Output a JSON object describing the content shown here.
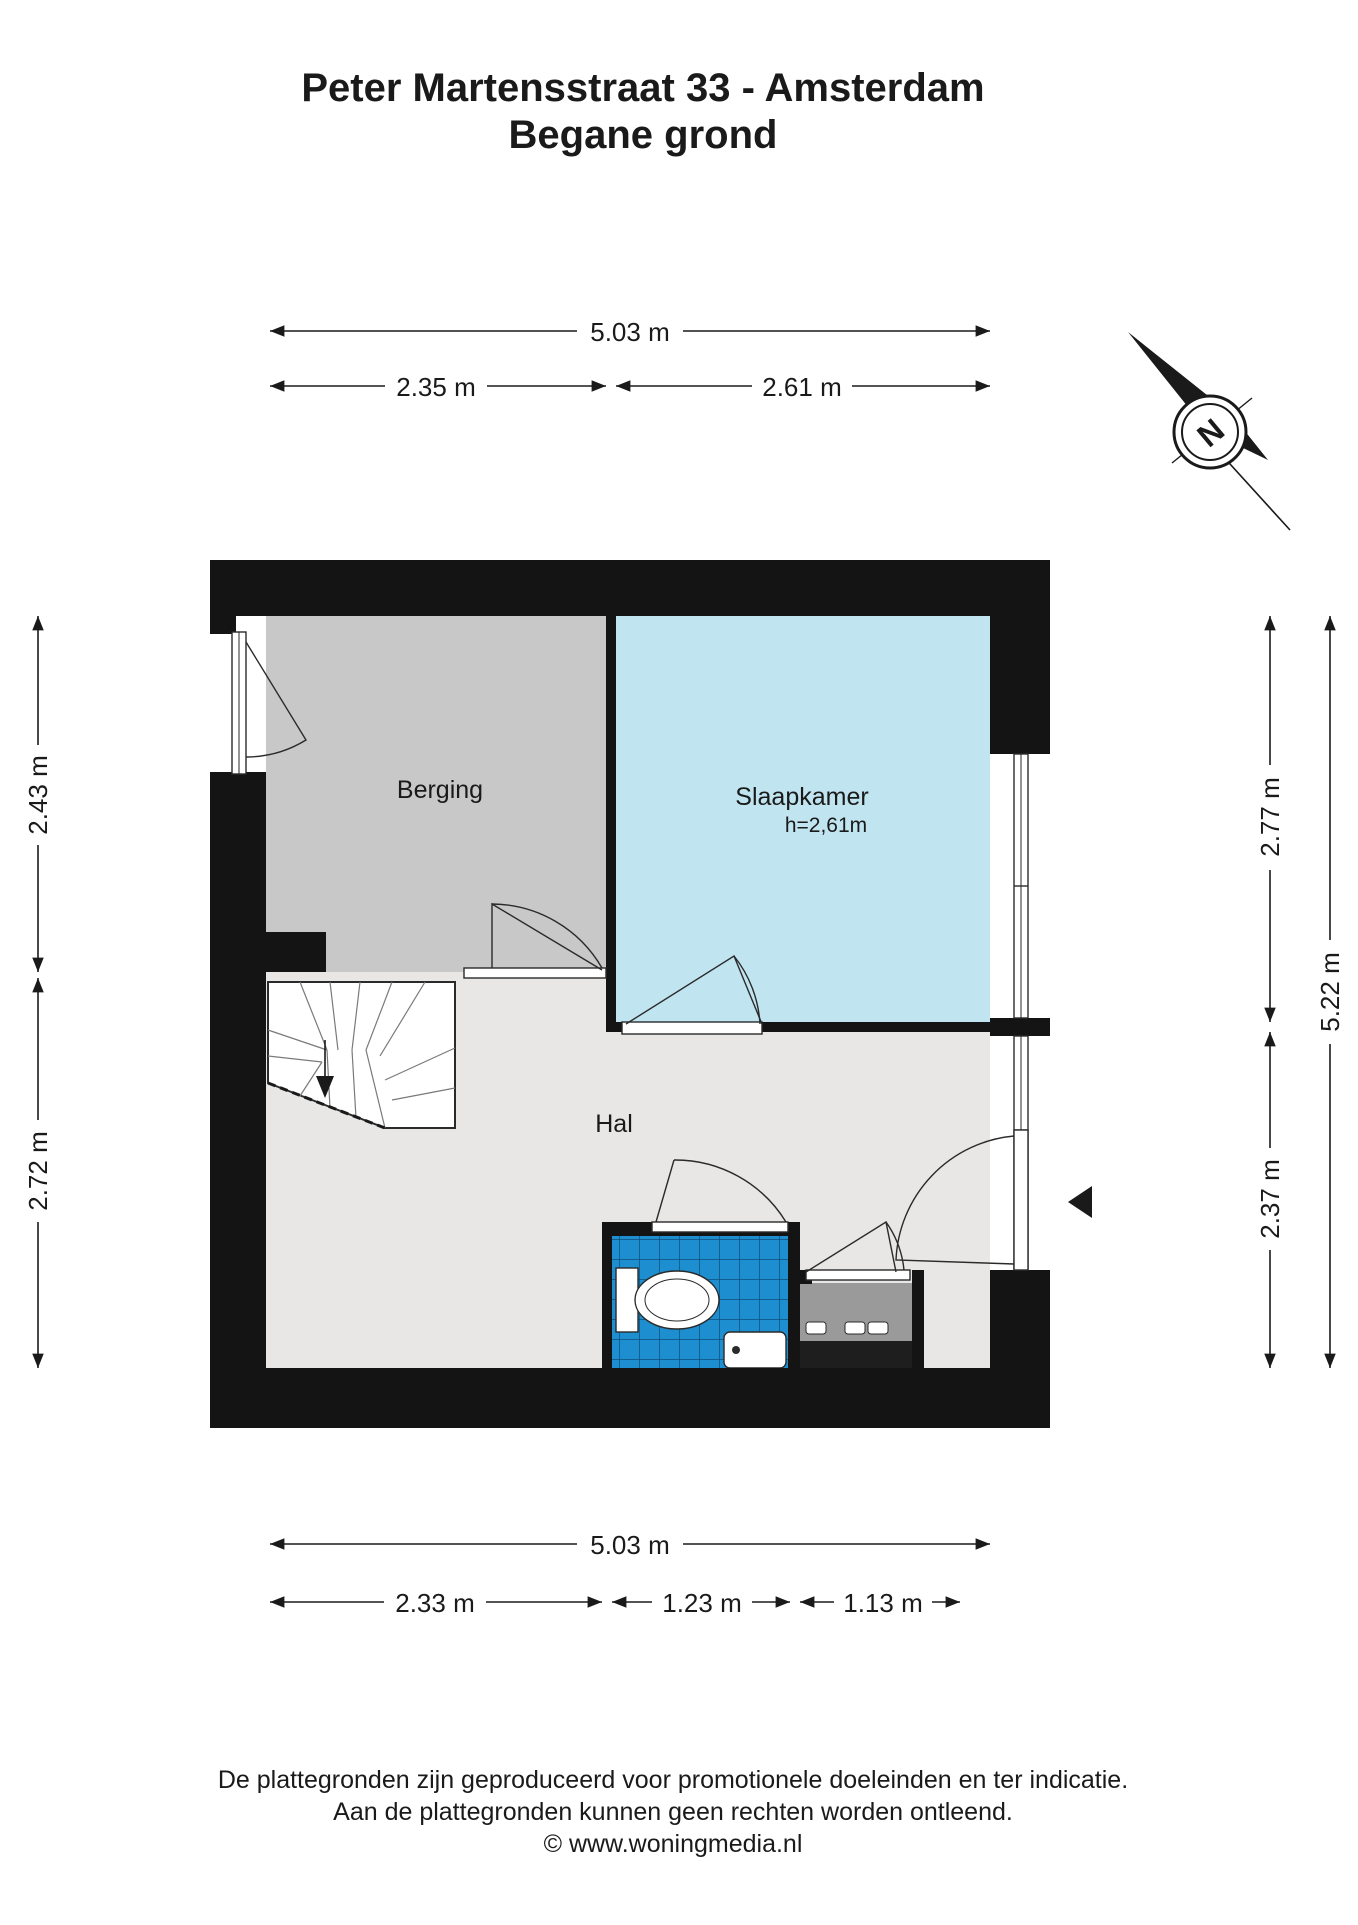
{
  "header": {
    "address": "Peter Martensstraat 33 - Amsterdam",
    "floor": "Begane grond"
  },
  "rooms": {
    "berging": "Berging",
    "slaapkamer": "Slaapkamer",
    "slaapkamer_height": "h=2,61m",
    "hal": "Hal"
  },
  "dimensions": {
    "top_total": "5.03 m",
    "top_left": "2.35 m",
    "top_right": "2.61 m",
    "bottom_total": "5.03 m",
    "bottom_left": "2.33 m",
    "bottom_mid": "1.23 m",
    "bottom_right": "1.13 m",
    "left_upper": "2.43 m",
    "left_lower": "2.72 m",
    "right_upper": "2.77 m",
    "right_lower": "2.37 m",
    "right_total": "5.22 m"
  },
  "compass": {
    "label": "N"
  },
  "colors": {
    "wall": "#141414",
    "berging": "#c8c8c8",
    "slaapkamer": "#c0e4f0",
    "hal": "#e8e7e5",
    "toilet_tile": "#1d8fd1",
    "utility": "#9a9a9a"
  },
  "footer": {
    "line1": "De plattegronden zijn geproduceerd voor promotionele doeleinden en ter indicatie.",
    "line2": "Aan de plattegronden kunnen geen rechten worden ontleend.",
    "line3": "© www.woningmedia.nl"
  }
}
